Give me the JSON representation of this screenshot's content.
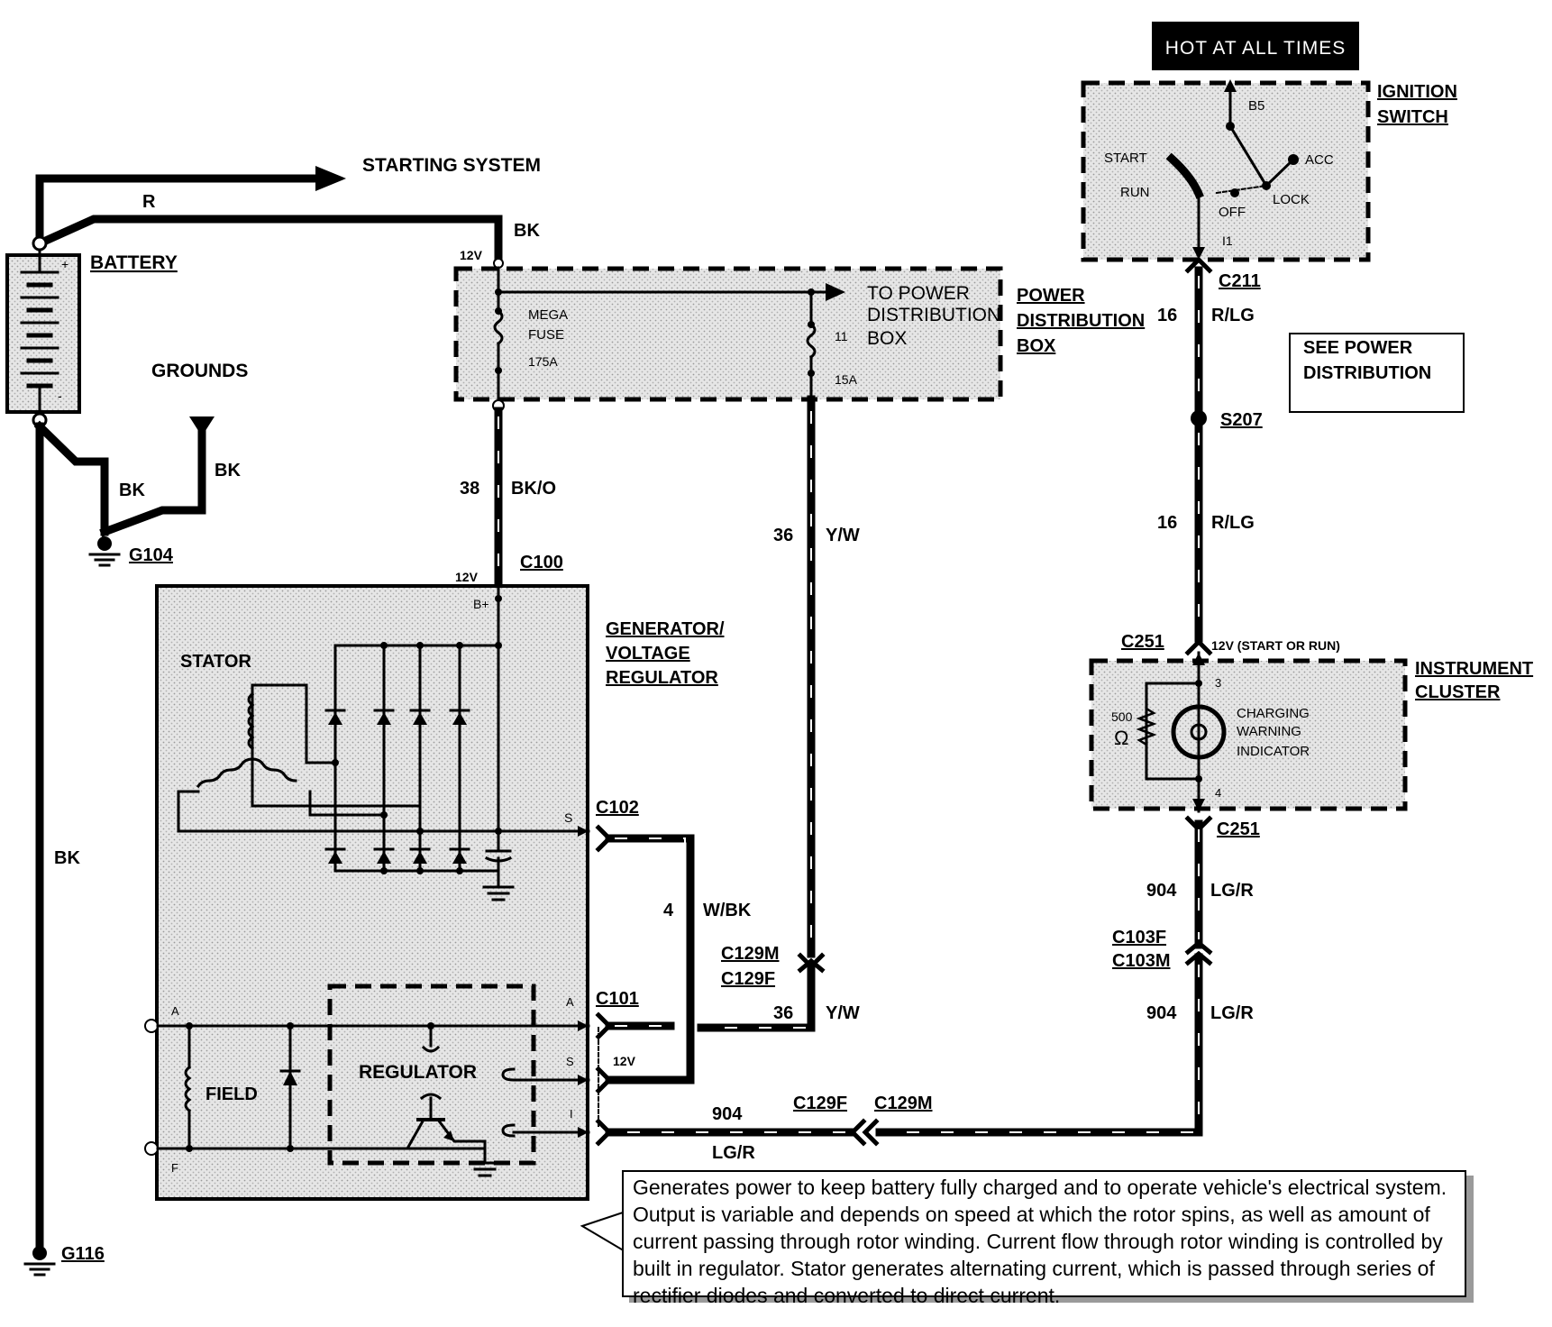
{
  "hot_label": "HOT AT ALL TIMES",
  "ignition": {
    "title_line1": "IGNITION",
    "title_line2": "SWITCH",
    "b5": "B5",
    "start": "START",
    "run": "RUN",
    "off": "OFF",
    "lock": "LOCK",
    "acc": "ACC",
    "i1": "I1"
  },
  "starting_system": "STARTING SYSTEM",
  "wire_r": "R",
  "battery": "BATTERY",
  "battery_plus": "+",
  "battery_minus": "-",
  "grounds": "GROUNDS",
  "bk": "BK",
  "g104": "G104",
  "g116": "G116",
  "v12": "12V",
  "pdb": {
    "mega_fuse_line1": "MEGA",
    "mega_fuse_line2": "FUSE",
    "mega_rating": "175A",
    "to_pdb_line1": "TO POWER",
    "to_pdb_line2": "DISTRIBUTION",
    "to_pdb_line3": "BOX",
    "fuse_num": "11",
    "fuse_rating": "15A",
    "title_line1": "POWER",
    "title_line2": "DISTRIBUTION",
    "title_line3": "BOX"
  },
  "wire_38": "38",
  "bk_o": "BK/O",
  "c100": "C100",
  "wire_36": "36",
  "y_w": "Y/W",
  "c211": "C211",
  "wire_16": "16",
  "r_lg": "R/LG",
  "see_pd_line1": "SEE POWER",
  "see_pd_line2": "DISTRIBUTION",
  "s207": "S207",
  "c251": "C251",
  "start_or_run": "12V (START OR RUN)",
  "instrument": {
    "title_line1": "INSTRUMENT",
    "title_line2": "CLUSTER",
    "resistor_value": "500",
    "ohm": "Ω",
    "pin3": "3",
    "pin4": "4",
    "indicator_line1": "CHARGING",
    "indicator_line2": "WARNING",
    "indicator_line3": "INDICATOR"
  },
  "generator": {
    "title_line1": "GENERATOR/",
    "title_line2": "VOLTAGE",
    "title_line3": "REGULATOR",
    "stator": "STATOR",
    "b_plus": "B+",
    "s": "S",
    "a": "A",
    "i": "I",
    "f": "F",
    "field": "FIELD",
    "regulator": "REGULATOR"
  },
  "c102": "C102",
  "wire_4": "4",
  "w_bk": "W/BK",
  "c129m": "C129M",
  "c129f": "C129F",
  "c101": "C101",
  "wire_904": "904",
  "lg_r": "LG/R",
  "c103f": "C103F",
  "c103m": "C103M",
  "description": "Generates power to keep battery fully charged and to operate vehicle's electrical system.  Output is variable and depends on speed at which the rotor spins, as well as amount of current passing through rotor winding.  Current flow through rotor winding is controlled by built in regulator.  Stator generates alternating current, which is passed through series of rectifier diodes and converted to direct current."
}
